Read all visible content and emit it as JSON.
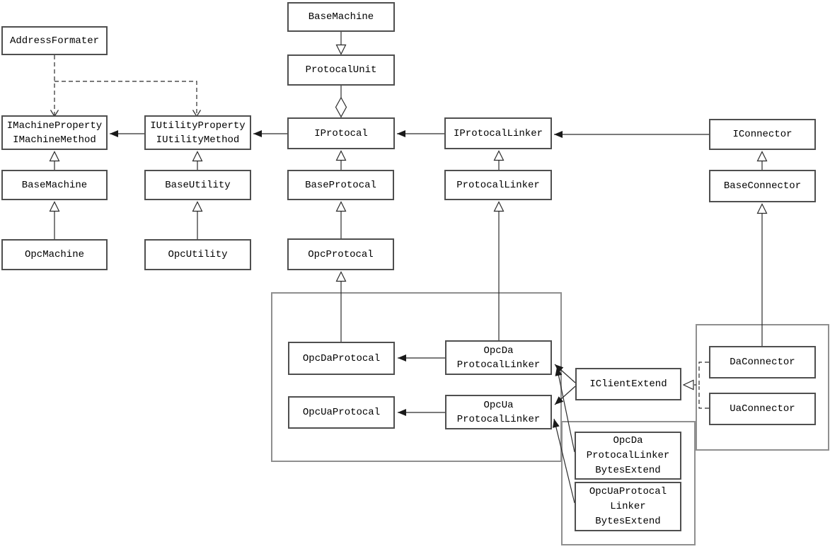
{
  "diagram": {
    "title": "OPC protocol class diagram",
    "colors": {
      "background": "#ffffff",
      "node_border": "#4f4f4f",
      "group_border": "#8f8f8f",
      "line": "#2b2b2b",
      "text": "#000000"
    },
    "nodes": {
      "base_machine_top": {
        "label": "BaseMachine"
      },
      "protocal_unit": {
        "label": "ProtocalUnit"
      },
      "address_formater": {
        "label": "AddressFormater"
      },
      "imachine": {
        "label": "IMachineProperty\nIMachineMethod"
      },
      "iutility": {
        "label": "IUtilityProperty\nIUtilityMethod"
      },
      "iprotocal": {
        "label": "IProtocal"
      },
      "iprotocal_linker": {
        "label": "IProtocalLinker"
      },
      "iconnector": {
        "label": "IConnector"
      },
      "base_machine_left": {
        "label": "BaseMachine"
      },
      "base_utility": {
        "label": "BaseUtility"
      },
      "base_protocal": {
        "label": "BaseProtocal"
      },
      "protocal_linker": {
        "label": "ProtocalLinker"
      },
      "base_connector": {
        "label": "BaseConnector"
      },
      "opc_machine": {
        "label": "OpcMachine"
      },
      "opc_utility": {
        "label": "OpcUtility"
      },
      "opc_protocal": {
        "label": "OpcProtocal"
      },
      "opc_da_protocal": {
        "label": "OpcDaProtocal"
      },
      "opc_ua_protocal": {
        "label": "OpcUaProtocal"
      },
      "opc_da_linker": {
        "label": "OpcDa\nProtocalLinker"
      },
      "opc_ua_linker": {
        "label": "OpcUa\nProtocalLinker"
      },
      "iclient_extend": {
        "label": "IClientExtend"
      },
      "opc_da_bytes": {
        "label": "OpcDa\nProtocalLinker\nBytesExtend"
      },
      "opc_ua_bytes": {
        "label": "OpcUaProtocal\nLinker\nBytesExtend"
      },
      "da_connector": {
        "label": "DaConnector"
      },
      "ua_connector": {
        "label": "UaConnector"
      }
    },
    "relationships": [
      {
        "from": "AddressFormater",
        "to": "IMachineProperty/IMachineMethod",
        "type": "dependency-dashed"
      },
      {
        "from": "AddressFormater",
        "to": "IUtilityProperty/IUtilityMethod",
        "type": "dependency-dashed"
      },
      {
        "from": "IUtilityProperty/IUtilityMethod",
        "to": "IMachineProperty/IMachineMethod",
        "type": "association-arrow"
      },
      {
        "from": "IProtocal",
        "to": "IUtilityProperty/IUtilityMethod",
        "type": "association-arrow"
      },
      {
        "from": "IProtocalLinker",
        "to": "IProtocal",
        "type": "association-arrow"
      },
      {
        "from": "IConnector",
        "to": "IProtocalLinker",
        "type": "association-arrow"
      },
      {
        "from": "BaseMachine(top)",
        "to": "ProtocalUnit",
        "type": "generalization-down"
      },
      {
        "from": "ProtocalUnit",
        "to": "IProtocal",
        "type": "aggregation-diamond"
      },
      {
        "from": "BaseMachine",
        "to": "IMachineProperty/IMachineMethod",
        "type": "generalization"
      },
      {
        "from": "OpcMachine",
        "to": "BaseMachine",
        "type": "generalization"
      },
      {
        "from": "BaseUtility",
        "to": "IUtilityProperty/IUtilityMethod",
        "type": "generalization"
      },
      {
        "from": "OpcUtility",
        "to": "BaseUtility",
        "type": "generalization"
      },
      {
        "from": "BaseProtocal",
        "to": "IProtocal",
        "type": "generalization"
      },
      {
        "from": "OpcProtocal",
        "to": "BaseProtocal",
        "type": "generalization"
      },
      {
        "from": "OpcDaProtocal",
        "to": "OpcProtocal",
        "type": "generalization"
      },
      {
        "from": "ProtocalLinker",
        "to": "IProtocalLinker",
        "type": "generalization"
      },
      {
        "from": "OpcDa ProtocalLinker",
        "to": "ProtocalLinker",
        "type": "generalization"
      },
      {
        "from": "BaseConnector",
        "to": "IConnector",
        "type": "generalization"
      },
      {
        "from": "DaConnector",
        "to": "BaseConnector",
        "type": "generalization"
      },
      {
        "from": "OpcDa ProtocalLinker",
        "to": "OpcDaProtocal",
        "type": "association-arrow"
      },
      {
        "from": "OpcUa ProtocalLinker",
        "to": "OpcUaProtocal",
        "type": "association-arrow"
      },
      {
        "from": "IClientExtend",
        "to": "OpcDa ProtocalLinker",
        "type": "association-arrow"
      },
      {
        "from": "IClientExtend",
        "to": "OpcUa ProtocalLinker",
        "type": "association-arrow"
      },
      {
        "from": "OpcDaProtocalLinkerBytesExtend",
        "to": "OpcDa ProtocalLinker",
        "type": "association-arrow"
      },
      {
        "from": "OpcUaProtocalLinkerBytesExtend",
        "to": "OpcUa ProtocalLinker",
        "type": "association-arrow"
      },
      {
        "from": "DaConnector",
        "to": "IClientExtend",
        "type": "realization-dashed"
      },
      {
        "from": "UaConnector",
        "to": "IClientExtend",
        "type": "realization-dashed"
      }
    ],
    "groups": [
      {
        "id": "group-opc-protocal-linkers"
      },
      {
        "id": "group-bytes-extend"
      },
      {
        "id": "group-connectors"
      }
    ]
  }
}
